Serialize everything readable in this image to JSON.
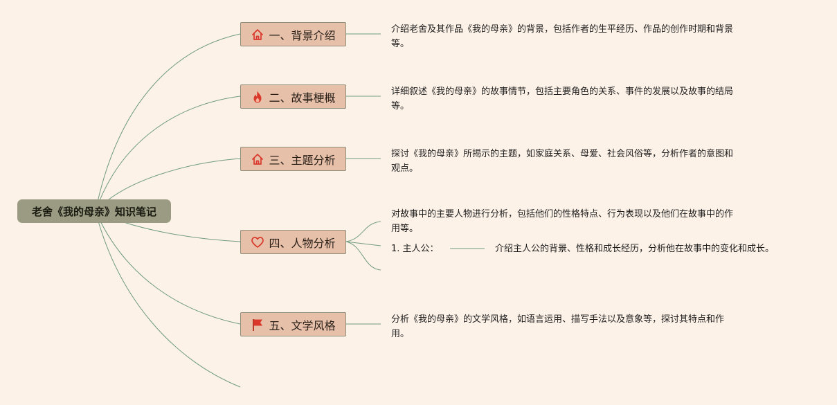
{
  "root": {
    "label": "老舍《我的母亲》知识笔记"
  },
  "branches": [
    {
      "label": "一、背景介绍",
      "icon": "house-icon",
      "details": "介绍老舍及其作品《我的母亲》的背景，包括作者的生平经历、作品的创作时期和背景等。"
    },
    {
      "label": "二、故事梗概",
      "icon": "fire-icon",
      "details": "详细叙述《我的母亲》的故事情节，包括主要角色的关系、事件的发展以及故事的结局等。"
    },
    {
      "label": "三、主题分析",
      "icon": "house-icon",
      "details": "探讨《我的母亲》所揭示的主题，如家庭关系、母爱、社会风俗等，分析作者的意图和观点。"
    },
    {
      "label": "四、人物分析",
      "icon": "heart-icon",
      "details": "对故事中的主要人物进行分析，包括他们的性格特点、行为表现以及他们在故事中的作用等。",
      "sub": {
        "label": "1. 主人公：",
        "details": "介绍主人公的背景、性格和成长经历，分析他在故事中的变化和成长。"
      }
    },
    {
      "label": "五、文学风格",
      "icon": "flag-icon",
      "details": "分析《我的母亲》的文学风格，如语言运用、描写手法以及意象等，探讨其特点和作用。"
    }
  ],
  "colors": {
    "background": "#fdf2e8",
    "root_fill": "#9a9b82",
    "branch_fill": "#e7c0aa",
    "connector": "#6f9a80",
    "icon_red": "#d9382b"
  }
}
